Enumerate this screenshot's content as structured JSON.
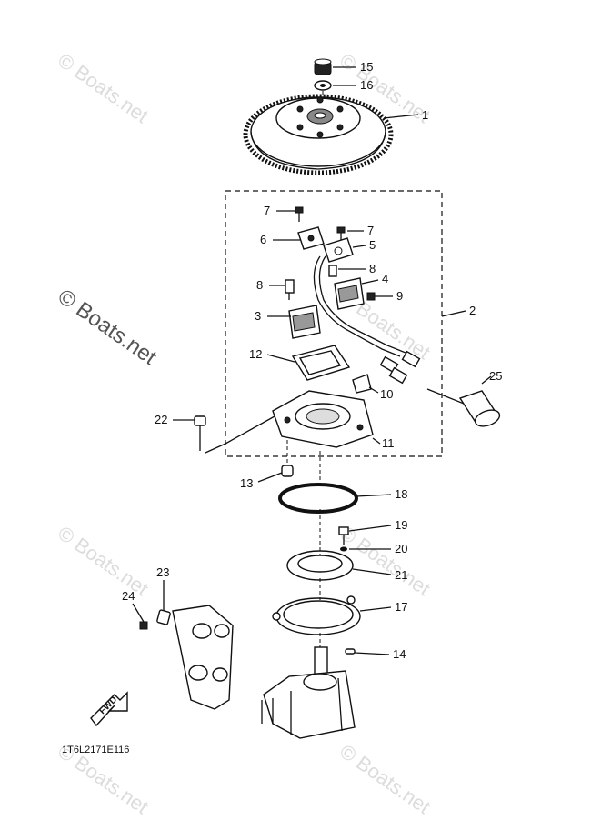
{
  "watermark": "© Boats.net",
  "diagram_code": "1T6L2171E116",
  "fwd_label": "FWD",
  "callouts": {
    "c1": "1",
    "c2": "2",
    "c3": "3",
    "c4": "4",
    "c5": "5",
    "c6": "6",
    "c7a": "7",
    "c7b": "7",
    "c8a": "8",
    "c8b": "8",
    "c9": "9",
    "c10": "10",
    "c11": "11",
    "c12": "12",
    "c13": "13",
    "c14": "14",
    "c15": "15",
    "c16": "16",
    "c17": "17",
    "c18": "18",
    "c19": "19",
    "c20": "20",
    "c21": "21",
    "c22": "22",
    "c23": "23",
    "c24": "24",
    "c25": "25"
  }
}
